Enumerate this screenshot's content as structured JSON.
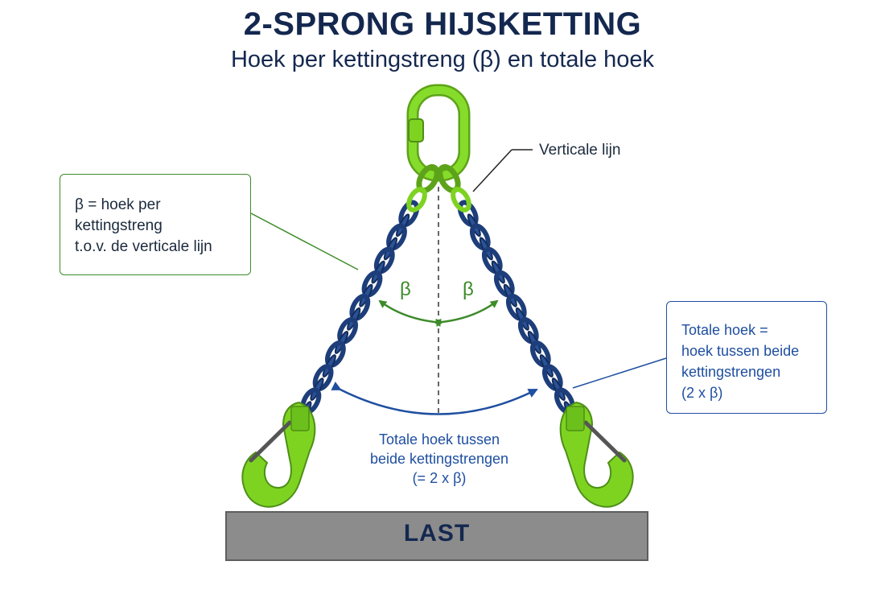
{
  "title": "2-SPRONG HIJSKETTING",
  "subtitle": "Hoek per kettingstreng (β) en totale hoek",
  "labels": {
    "vertical_line": "Verticale lijn",
    "beta_left": "β",
    "beta_right": "β",
    "load": "LAST"
  },
  "beta_box": {
    "lines": [
      "β = hoek per",
      "kettingstreng",
      "t.o.v. de verticale lijn"
    ]
  },
  "total_box": {
    "lines": [
      "Totale hoek =",
      "hoek tussen beide",
      "kettingstrengen",
      "(2 x β)"
    ]
  },
  "total_caption": {
    "lines": [
      "Totale hoek tussen",
      "beide kettingstrengen",
      "(= 2 x β)"
    ]
  },
  "colors": {
    "green": "#7ed321",
    "green_dark": "#3d8b2a",
    "chain_blue": "#1d3e7a",
    "annotation_blue": "#1f4fa0",
    "title_navy": "#14284f",
    "load_grey": "#8c8c8c"
  }
}
